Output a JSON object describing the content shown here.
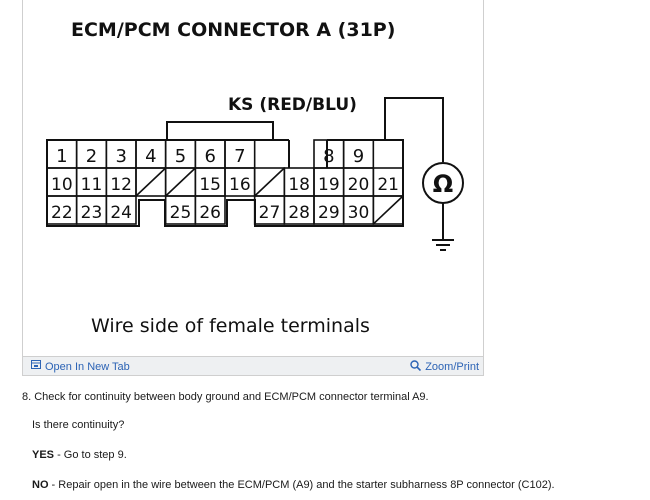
{
  "figure": {
    "title": "ECM/PCM CONNECTOR A (31P)",
    "wire_label": "KS (RED/BLU)",
    "caption": "Wire side of female terminals",
    "ohm_symbol": "Ω",
    "row1": [
      "1",
      "2",
      "3",
      "4",
      "5",
      "6",
      "7",
      "",
      "8",
      "9"
    ],
    "row2": [
      "10",
      "11",
      "12",
      "",
      "",
      "15",
      "16",
      "",
      "18",
      "19",
      "20",
      "21"
    ],
    "row3": [
      "22",
      "23",
      "24",
      "",
      "25",
      "26",
      "",
      "27",
      "28",
      "29",
      "30",
      ""
    ]
  },
  "toolbar": {
    "open_new_tab": "Open In New Tab",
    "open_icon": "external-tab-icon",
    "zoom_print": "Zoom/Print",
    "zoom_icon": "magnifier-icon",
    "link_color": "#2c63b5"
  },
  "instructions": {
    "step": "8. Check for continuity between body ground and ECM/PCM connector terminal A9.",
    "question": "Is there continuity?",
    "yes_label": "YES",
    "yes_text": " - Go to step 9.",
    "no_label": "NO",
    "no_text": " - Repair open in the wire between the ECM/PCM (A9) and the starter subharness 8P connector (C102)."
  }
}
